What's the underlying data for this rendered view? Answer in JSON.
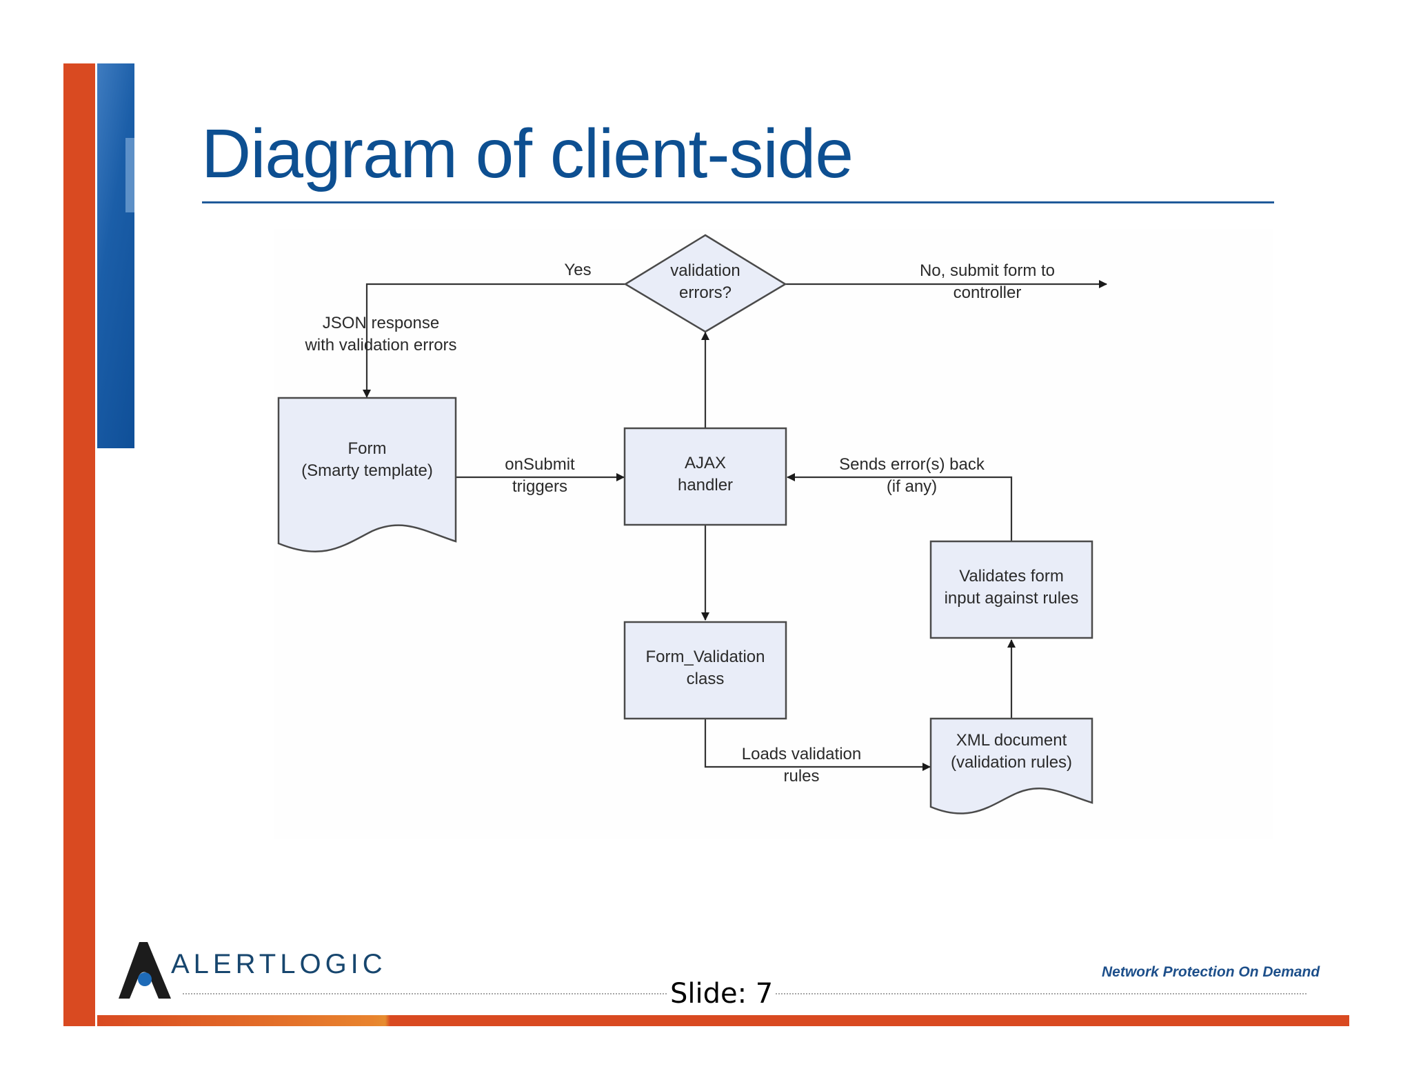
{
  "slide": {
    "title": "Diagram of client-side",
    "slide_number_text": "Slide: 7",
    "tagline": "Network Protection On Demand",
    "logo_text": "ALERTLOGIC"
  },
  "diagram": {
    "nodes": {
      "decision": "validation\nerrors?",
      "form": "Form\n(Smarty template)",
      "ajax": "AJAX\nhandler",
      "form_validation": "Form_Validation\nclass",
      "validates": "Validates form\ninput against rules",
      "xml_doc": "XML document\n(validation rules)"
    },
    "edge_labels": {
      "yes": "Yes",
      "no_submit": "No, submit form to\ncontroller",
      "json_response": "JSON response\nwith validation errors",
      "on_submit": "onSubmit\ntriggers",
      "sends_errors": "Sends error(s) back\n(if any)",
      "loads_rules": "Loads validation\nrules"
    }
  },
  "colors": {
    "title_blue": "#0d4f91",
    "orange": "#d94a21",
    "node_fill": "#e9edf8",
    "node_stroke": "#4a4a4a"
  }
}
